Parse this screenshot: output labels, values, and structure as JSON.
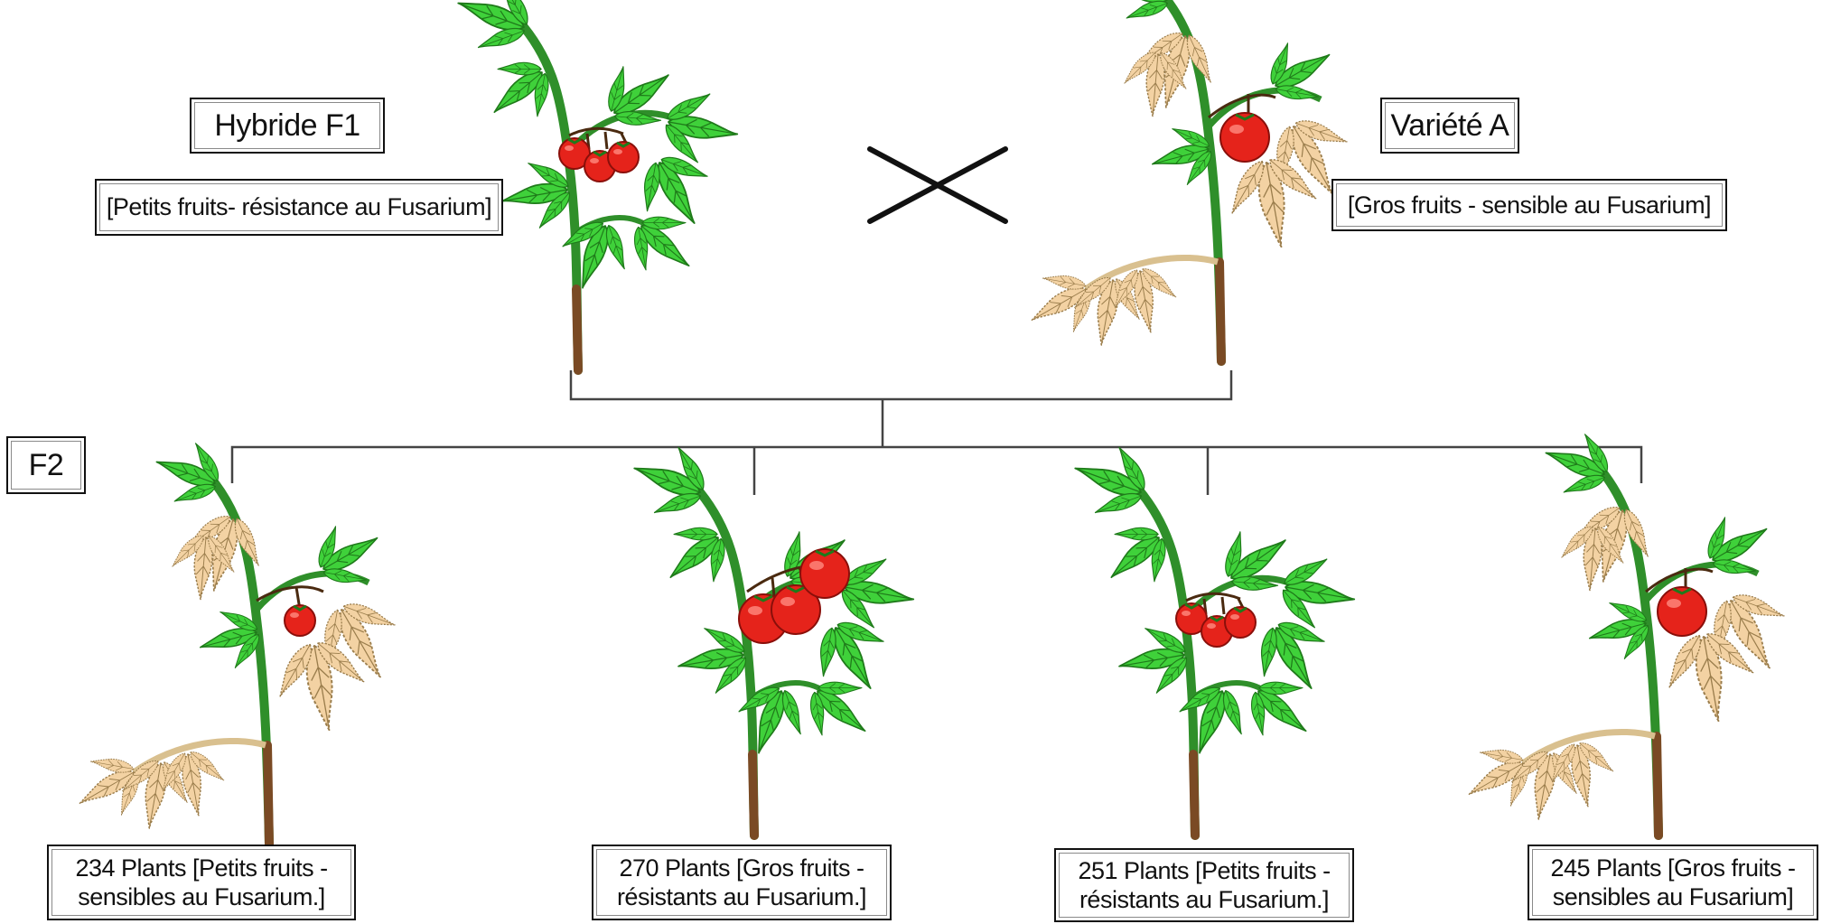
{
  "parents": {
    "hybrid": {
      "name": "Hybride F1",
      "traits": "[Petits fruits- résistance au Fusarium]"
    },
    "variety": {
      "name": "Variété A",
      "traits": "[Gros fruits - sensible au Fusarium]"
    }
  },
  "generation_label": "F2",
  "offspring": [
    {
      "count_text": "234 Plants [Petits fruits -",
      "trait_text": "sensibles au Fusarium.]"
    },
    {
      "count_text": "270 Plants [Gros fruits -",
      "trait_text": "résistants au Fusarium.]"
    },
    {
      "count_text": "251 Plants [Petits fruits -",
      "trait_text": "résistants au Fusarium.]"
    },
    {
      "count_text": "245 Plants [Gros fruits -",
      "trait_text": "sensibles au Fusarium]"
    }
  ],
  "colors": {
    "healthy_leaf": "#3fd13a",
    "healthy_leaf_dark": "#1f7a1a",
    "diseased_leaf": "#f3d2a3",
    "diseased_leaf_dark": "#9a7d4c",
    "stem": "#2f8f2a",
    "stem_base": "#7a4a24",
    "fruit": "#e5231b",
    "fruit_dark": "#8a0f0a",
    "line": "#444444"
  },
  "icons": [
    "tomato-plant-icon",
    "cross-symbol-icon"
  ]
}
